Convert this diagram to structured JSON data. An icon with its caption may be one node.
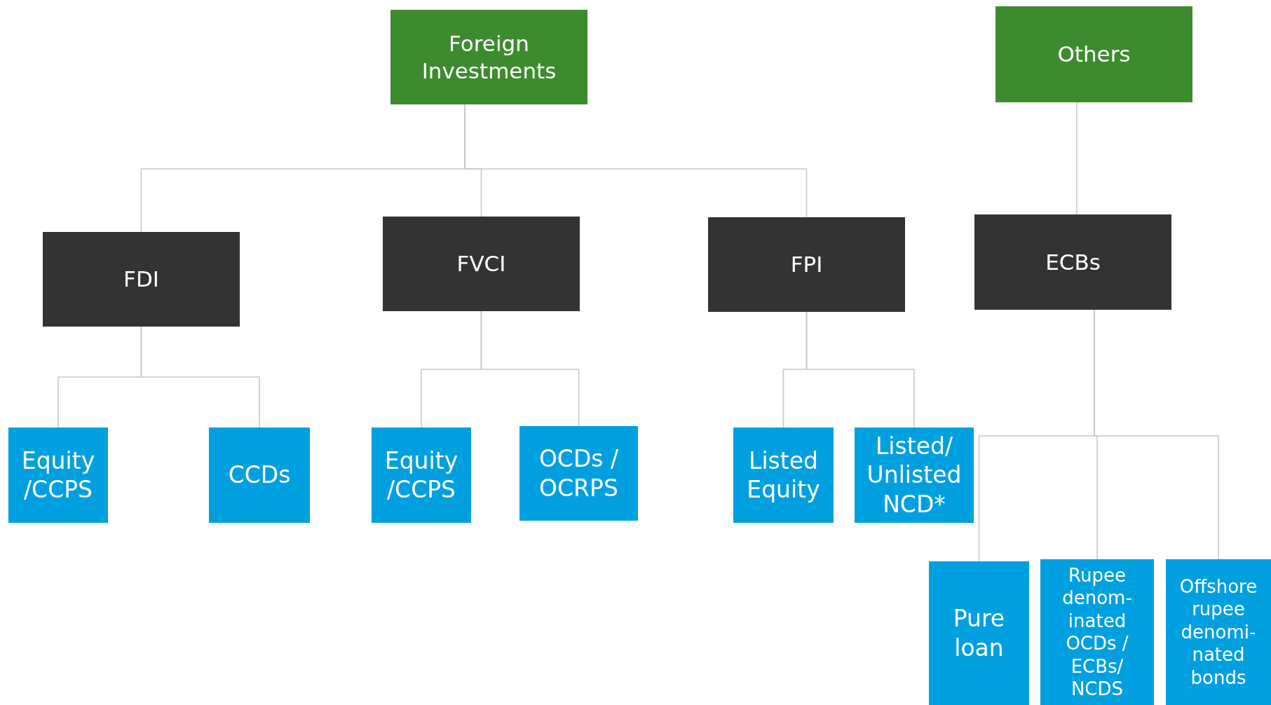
{
  "diagram": {
    "nodes": [
      {
        "text": [
          "Foreign Investments"
        ]
      },
      {
        "text": [
          "Others"
        ]
      },
      {
        "text": [
          "FDI"
        ]
      },
      {
        "text": [
          "FVCI"
        ]
      },
      {
        "text": [
          "FPI"
        ]
      },
      {
        "text": [
          "ECBs"
        ]
      },
      {
        "text": [
          "Equity /CCPS"
        ]
      },
      {
        "text": [
          "CCDs"
        ]
      },
      {
        "text": [
          "Equity /CCPS"
        ]
      },
      {
        "text": [
          "OCDs / OCRPS"
        ]
      },
      {
        "text": [
          "Listed Equity"
        ]
      },
      {
        "text": [
          "Listed/ Unlisted NCD*"
        ]
      },
      {
        "text": [
          "Pure loan"
        ]
      },
      {
        "text": [
          "Rupee denom- inated OCDs / ECBs/ NCDS"
        ]
      },
      {
        "text": [
          "Offshore rupee denomi- nated bonds"
        ]
      }
    ],
    "edges": [
      {
        "from": 0,
        "to": 2,
        "arrow": "none"
      },
      {
        "from": 0,
        "to": 3,
        "arrow": "none"
      },
      {
        "from": 0,
        "to": 4,
        "arrow": "none"
      },
      {
        "from": 1,
        "to": 5,
        "arrow": "none"
      },
      {
        "from": 2,
        "to": 6,
        "arrow": "none"
      },
      {
        "from": 2,
        "to": 7,
        "arrow": "none"
      },
      {
        "from": 3,
        "to": 8,
        "arrow": "none"
      },
      {
        "from": 3,
        "to": 9,
        "arrow": "none"
      },
      {
        "from": 4,
        "to": 10,
        "arrow": "none"
      },
      {
        "from": 4,
        "to": 11,
        "arrow": "none"
      },
      {
        "from": 5,
        "to": 12,
        "arrow": "none"
      },
      {
        "from": 5,
        "to": 13,
        "arrow": "none"
      },
      {
        "from": 5,
        "to": 14,
        "arrow": "none"
      }
    ]
  }
}
